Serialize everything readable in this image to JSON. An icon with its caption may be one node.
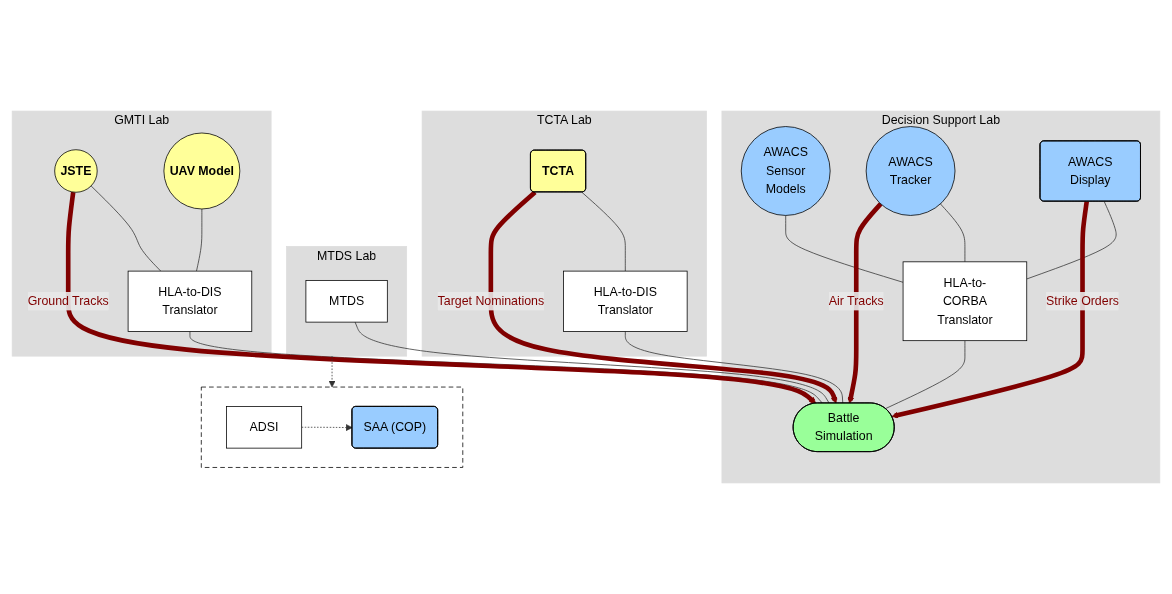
{
  "diagram": {
    "nodes": [
      {
        "text": [
          "Decision Support Lab"
        ]
      },
      {
        "text": [
          "AWACS Sensor Models"
        ],
        "in": 0
      },
      {
        "text": [
          "AWACS Tracker"
        ],
        "in": 0
      },
      {
        "text": [
          "AWACS Display"
        ],
        "in": 0
      },
      {
        "text": [
          "HLA-to-CORBA Translator"
        ],
        "in": 0
      },
      {
        "text": [
          "Battle Simulation"
        ],
        "in": 0
      },
      {
        "text": [],
        "shape": "box"
      },
      {
        "text": [
          "SAA (COP)"
        ],
        "in": 6
      },
      {
        "text": [
          "ADSI"
        ],
        "in": 6
      },
      {
        "text": [
          "MTDS Lab"
        ]
      },
      {
        "text": [
          "MTDS"
        ],
        "in": 9
      },
      {
        "text": [
          "TCTA Lab"
        ]
      },
      {
        "text": [
          "TCTA"
        ],
        "in": 11
      },
      {
        "text": [
          "HLA-to-DIS Translator"
        ],
        "in": 11
      },
      {
        "text": [
          "GMTI Lab"
        ]
      },
      {
        "text": [
          "JSTE"
        ],
        "in": 14
      },
      {
        "text": [
          "UAV Model"
        ],
        "in": 14
      },
      {
        "text": [
          "HLA-to-DIS Translator"
        ],
        "in": 14
      }
    ],
    "edges": [
      {
        "from": 1,
        "to": 4,
        "arrow": "none"
      },
      {
        "from": 2,
        "to": 4,
        "arrow": "none"
      },
      {
        "from": 3,
        "to": 4,
        "arrow": "none"
      },
      {
        "from": 4,
        "to": 5,
        "arrow": "none"
      },
      {
        "from": 10,
        "to": 5,
        "arrow": "none"
      },
      {
        "from": 13,
        "to": 5,
        "arrow": "none"
      },
      {
        "from": 17,
        "to": 5,
        "arrow": "none"
      },
      {
        "from": 12,
        "to": 13,
        "arrow": "none"
      },
      {
        "from": 15,
        "to": 17,
        "arrow": "none"
      },
      {
        "from": 16,
        "to": 17,
        "arrow": "none"
      },
      {
        "from": 9,
        "to": 6,
        "arrow": "to",
        "style": "dashed"
      },
      {
        "from": 8,
        "to": 7,
        "arrow": "to",
        "style": "dashed"
      },
      {
        "from": 2,
        "to": 5,
        "arrow": "to",
        "label": "Air Tracks",
        "style": "thick",
        "color": "#800000"
      },
      {
        "from": 3,
        "to": 5,
        "arrow": "to",
        "label": "Strike Orders",
        "style": "thick",
        "color": "#800000"
      },
      {
        "from": 12,
        "to": 5,
        "arrow": "to",
        "label": "Target Nominations",
        "style": "thick",
        "color": "#800000"
      },
      {
        "from": 15,
        "to": 5,
        "arrow": "to",
        "label": "Ground Tracks",
        "style": "thick",
        "color": "#800000"
      }
    ]
  }
}
